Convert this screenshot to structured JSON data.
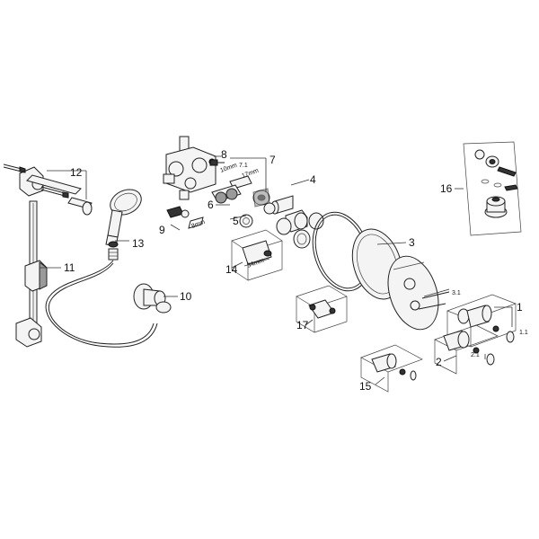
{
  "callouts": {
    "c1": "1",
    "c1_1": "1.1",
    "c2": "2",
    "c2_1": "2.1",
    "c3": "3",
    "c3_1": "3.1",
    "c4": "4",
    "c5": "5",
    "c6": "6",
    "c7": "7",
    "c7_1": "7.1",
    "c8": "8",
    "c9": "9",
    "c10": "10",
    "c11": "11",
    "c12": "12",
    "c13": "13",
    "c14": "14",
    "c15": "15",
    "c16": "16",
    "c17": "17"
  },
  "dimensions": {
    "d10mm": "10mm",
    "d17mm": "17mm",
    "d8mm": "8mm",
    "d34mm": "34mm"
  }
}
